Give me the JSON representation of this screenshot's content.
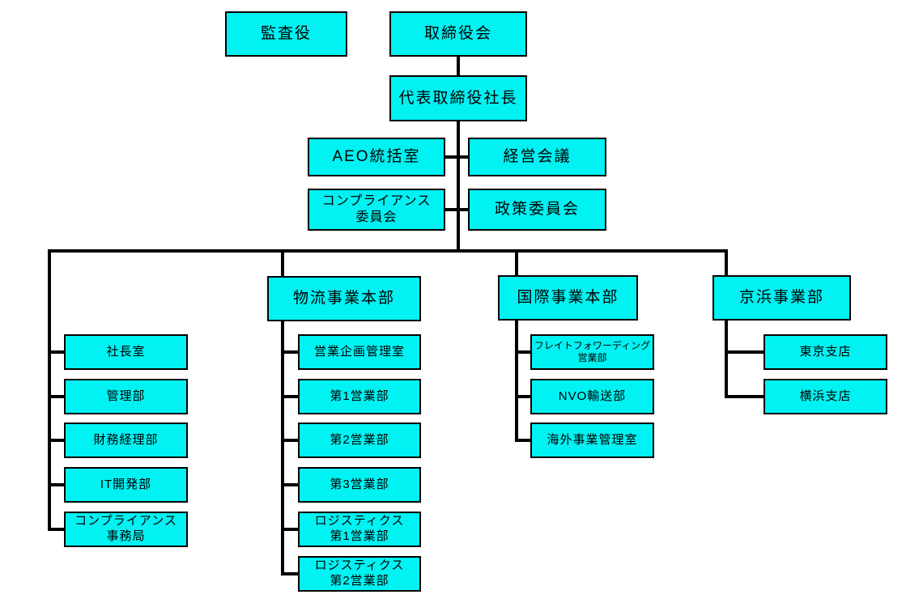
{
  "colors": {
    "node_fill": "#00f2f2",
    "node_border": "#000000",
    "connector": "#000000",
    "background": "#ffffff",
    "text": "#000000"
  },
  "nodes": [
    {
      "label": "監査役",
      "parent": null
    },
    {
      "label": "取締役会",
      "parent": null
    },
    {
      "label": "代表取締役社長",
      "parent": "取締役会"
    },
    {
      "label": "AEO統括室",
      "parent": "代表取締役社長"
    },
    {
      "label": "経営会議",
      "parent": "代表取締役社長"
    },
    {
      "label": "コンプライアンス\n委員会",
      "parent": "代表取締役社長"
    },
    {
      "label": "政策委員会",
      "parent": "代表取締役社長"
    },
    {
      "label": "物流事業本部",
      "parent": "代表取締役社長"
    },
    {
      "label": "国際事業本部",
      "parent": "代表取締役社長"
    },
    {
      "label": "京浜事業部",
      "parent": "代表取締役社長"
    },
    {
      "label": "社長室",
      "parent": "代表取締役社長"
    },
    {
      "label": "管理部",
      "parent": "代表取締役社長"
    },
    {
      "label": "財務経理部",
      "parent": "代表取締役社長"
    },
    {
      "label": "IT開発部",
      "parent": "代表取締役社長"
    },
    {
      "label": "コンプライアンス\n事務局",
      "parent": "代表取締役社長"
    },
    {
      "label": "営業企画管理室",
      "parent": "物流事業本部"
    },
    {
      "label": "第1営業部",
      "parent": "物流事業本部"
    },
    {
      "label": "第2営業部",
      "parent": "物流事業本部"
    },
    {
      "label": "第3営業部",
      "parent": "物流事業本部"
    },
    {
      "label": "ロジスティクス\n第1営業部",
      "parent": "物流事業本部"
    },
    {
      "label": "ロジスティクス\n第2営業部",
      "parent": "物流事業本部"
    },
    {
      "label": "フレイトフォワーディング\n営業部",
      "parent": "国際事業本部"
    },
    {
      "label": "NVO輸送部",
      "parent": "国際事業本部"
    },
    {
      "label": "海外事業管理室",
      "parent": "国際事業本部"
    },
    {
      "label": "東京支店",
      "parent": "京浜事業部"
    },
    {
      "label": "横浜支店",
      "parent": "京浜事業部"
    }
  ]
}
